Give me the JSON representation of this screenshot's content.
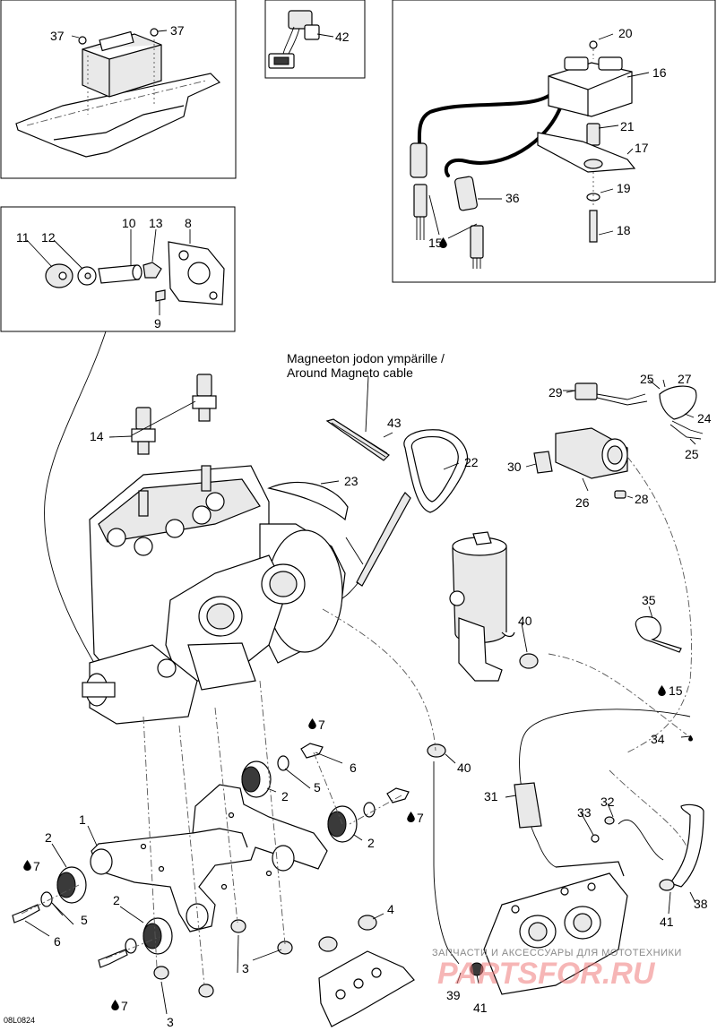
{
  "labels": {
    "p1": "1",
    "p2a": "2",
    "p2b": "2",
    "p2c": "2",
    "p2d": "2",
    "p3a": "3",
    "p3b": "3",
    "p4": "4",
    "p5a": "5",
    "p5b": "5",
    "p6a": "6",
    "p6b": "6",
    "p7a": "7",
    "p7b": "7",
    "p7c": "7",
    "p7d": "7",
    "p8": "8",
    "p9": "9",
    "p10": "10",
    "p11": "11",
    "p12": "12",
    "p13": "13",
    "p14": "14",
    "p15a": "15",
    "p15b": "15",
    "p16": "16",
    "p17": "17",
    "p18": "18",
    "p19": "19",
    "p20": "20",
    "p21": "21",
    "p22": "22",
    "p23": "23",
    "p24": "24",
    "p25a": "25",
    "p25b": "25",
    "p26": "26",
    "p27": "27",
    "p28": "28",
    "p29": "29",
    "p30": "30",
    "p31": "31",
    "p32": "32",
    "p33": "33",
    "p34": "34",
    "p35": "35",
    "p36": "36",
    "p37a": "37",
    "p37b": "37",
    "p38": "38",
    "p39": "39",
    "p40a": "40",
    "p40b": "40",
    "p41a": "41",
    "p41b": "41",
    "p42": "42",
    "p43": "43"
  },
  "note": {
    "line1": "Magneeton jodon ympärille /",
    "line2": "Around Magneto cable"
  },
  "drawing_code": "08L0824",
  "watermark": {
    "text": "ЗАПЧАСТИ И АКСЕССУАРЫ ДЛЯ МОТОТЕХНИКИ",
    "logo": "PARTSFOR.RU"
  },
  "icons": {
    "lubricant": "drop-icon"
  }
}
